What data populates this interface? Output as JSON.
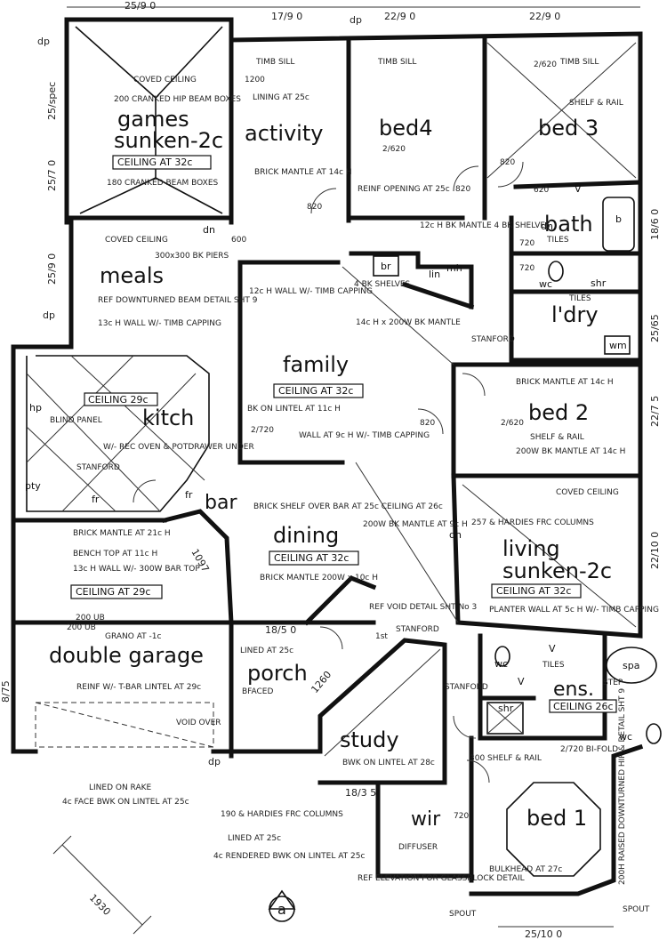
{
  "rooms": {
    "games": "games",
    "games_sub": "sunken-2c",
    "activity": "activity",
    "bed4": "bed4",
    "bed3": "bed 3",
    "bath": "bath",
    "meals": "meals",
    "family": "family",
    "ldry": "l'dry",
    "kitch": "kitch",
    "bed2": "bed 2",
    "bar": "bar",
    "dining": "dining",
    "living": "living",
    "living_sub": "sunken-2c",
    "double_garage": "double garage",
    "porch": "porch",
    "ens": "ens.",
    "study": "study",
    "wir": "wir",
    "bed1": "bed 1"
  },
  "ceilings": {
    "games": "CEILING AT 32c",
    "family": "CEILING AT 32c",
    "kitch": "CEILING 29c",
    "dining": "CEILING AT 32c",
    "living": "CEILING AT 32c",
    "garage": "CEILING AT 29c",
    "ens": "CEILING 26c"
  },
  "fixtures": {
    "br": "br",
    "lin": "lin",
    "mh": "mh",
    "b": "b",
    "wc1": "wc",
    "wc2": "wc",
    "wc3": "wc",
    "shr1": "shr",
    "shr2": "shr",
    "wm": "wm",
    "hp": "hp",
    "pty": "pty",
    "fr1": "fr",
    "fr2": "fr",
    "spa": "spa",
    "dn1": "dn",
    "dn2": "dn",
    "dn3": "dn",
    "v1": "V",
    "v2": "V",
    "v3": "V",
    "section_marker": "a"
  },
  "dimensions": {
    "top1": "25/9 0",
    "top2": "17/9 0",
    "top3": "22/9 0",
    "top4": "22/9 0",
    "porch": "18/5 0",
    "study_side": "18/3 5",
    "bottom": "25/10 0",
    "left1": "25/spec",
    "left2": "25/7 0",
    "left3": "25/9 0",
    "right1": "18/6 0",
    "right2": "25/65",
    "right3": "22/7 5",
    "right4": "22/10 0",
    "diag1": "1097",
    "diag2": "1260",
    "corner": "1930",
    "left_low": "8/75",
    "dp1": "dp",
    "dp2": "dp",
    "dp3": "dp",
    "dp4": "dp"
  },
  "notes": {
    "coved1": "COVED CEILING",
    "games_beams": "200 CRANKED HIP BEAM BOXES",
    "games_beams2": "180 CRANKED BEAM BOXES",
    "timb_sill1": "TIMB SILL",
    "lining_25": "LINING AT 25c",
    "timb_sill2": "TIMB SILL",
    "timb_sill3": "TIMB SILL",
    "shelf_rail1": "SHELF & RAIL",
    "brick_mantle1": "BRICK MANTLE AT 14c H",
    "reinf_opening": "REINF OPENING AT 25c",
    "bk_mantle_shelves": "12c H BK MANTLE 4 BK SHELVES",
    "coved2": "COVED CEILING",
    "piers": "300x300 BK PIERS",
    "ref_downturned": "REF DOWNTURNED BEAM DETAIL SHT 9",
    "wall_timb1": "13c H WALL W/- TIMB CAPPING",
    "wall_timb2": "12c H WALL W/- TIMB CAPPING",
    "four_bk_shelves": "4 BK SHELVES",
    "bk_mantle_200": "14c H x 200W BK MANTLE",
    "bk_lintel_11": "BK ON LINTEL AT 11c H",
    "wall_timb3": "WALL AT 9c H W/- TIMB CAPPING",
    "blind_panel": "BLIND PANEL",
    "stanford1": "STANFORD",
    "stanford2": "STANFORD",
    "stanford3": "STANFORD",
    "stanford4": "STANFORD",
    "wall_oven": "W/- REC OVEN & POTDRAWER UNDER",
    "brick_mantle2": "BRICK MANTLE AT 14c H",
    "shelf_rail2": "SHELF & RAIL",
    "bk_mantle_14": "200W BK MANTLE AT 14c H",
    "brick_shelf": "BRICK SHELF OVER BAR AT 25c CEILING AT 26c",
    "coved3": "COVED CEILING",
    "hardies_cols": "257 & HARDIES FRC COLUMNS",
    "brick_mantle3": "BRICK MANTLE AT 21c H",
    "bench_top": "BENCH TOP AT 11c H",
    "wall_300": "13c H WALL W/- 300W BAR TOP",
    "bk_mantle_10": "BRICK MANTLE 200W x 10c H",
    "bk_mantle_9": "200W BK MANTLE AT 9c H",
    "planter": "PLANTER WALL AT 5c H W/- TIMB CAPPING",
    "void_detail": "REF VOID DETAIL SHT No 3",
    "garage_ub": "200 UB",
    "grano": "GRANO AT -1c",
    "reinf_tbar": "REINF W/- T-BAR LINTEL AT 29c",
    "lined_25": "LINED AT 25c",
    "bfaced": "BFACED",
    "lined_rake": "LINED ON RAKE",
    "face_bk": "4c FACE BWK ON LINTEL AT 25c",
    "bk_lintel_28": "BWK ON LINTEL AT 28c",
    "shelf_rail3": "300 SHELF & RAIL",
    "bifold": "2/720 BI-FOLD",
    "hardies2": "190 & HARDIES FRC COLUMNS",
    "lined_25b": "LINED AT 25c",
    "rendered": "4c RENDERED BWK ON LINTEL AT 25c",
    "diffuser": "DIFFUSER",
    "ref_elevation": "REF ELEVATION FOR GLASSBLOCK DETAIL",
    "bulkhead": "BULKHEAD AT 27c",
    "raised": "200H RAISED DOWNTURNED HIP & DETAIL SHT 9",
    "tiles1": "TILES",
    "tiles2": "TILES",
    "tiles3": "TILES",
    "step": "STEP",
    "spout1": "SPOUT",
    "spout2": "SPOUT",
    "lst": "1st",
    "void_over": "VOID OVER",
    "door_820a": "820",
    "door_820b": "820",
    "door_820c": "820",
    "door_820d": "820",
    "door_720a": "720",
    "door_720b": "720",
    "door_720c": "720",
    "door_620": "620",
    "door_2620a": "2/620",
    "door_2620b": "2/620",
    "door_2620c": "2/620",
    "door_2720": "2/720",
    "door_1200": "1200",
    "door_600": "600",
    "door_200": "200 UB"
  }
}
